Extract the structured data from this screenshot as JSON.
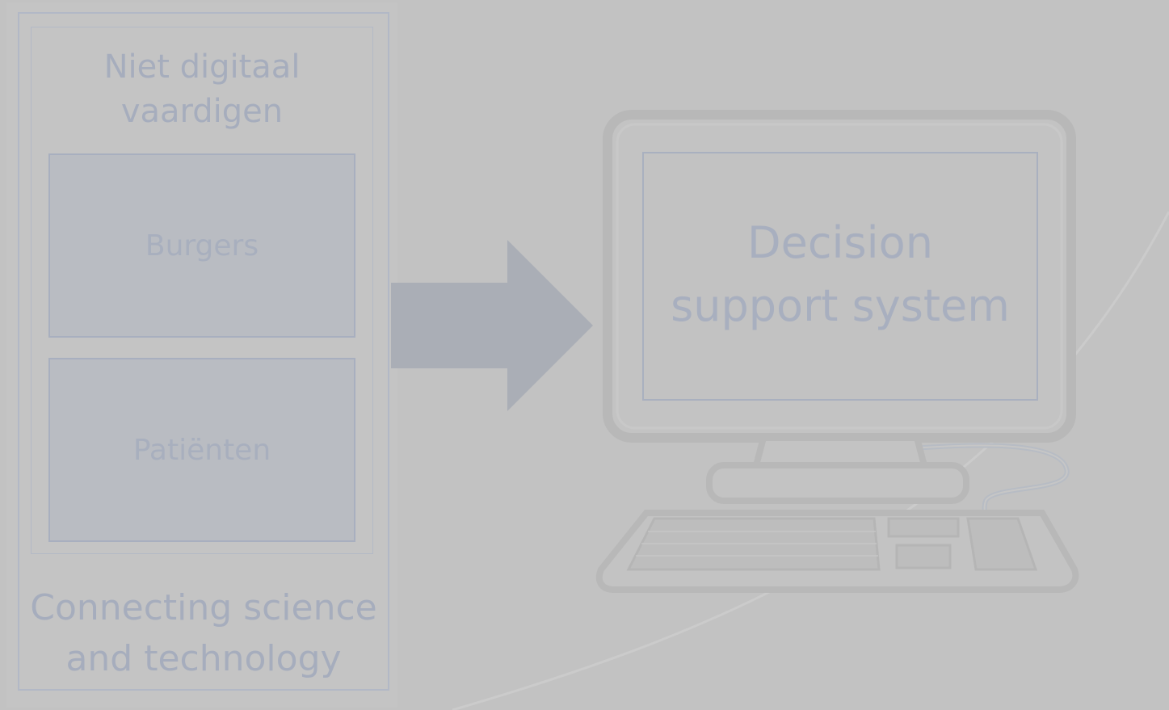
{
  "group": {
    "title_line1": "Niet digitaal",
    "title_line2": "vaardigen",
    "items": [
      {
        "label": "Burgers"
      },
      {
        "label": "Patiënten"
      }
    ]
  },
  "footer": {
    "line1": "Connecting science",
    "line2": "and technology"
  },
  "computer": {
    "screen_line1": "Decision",
    "screen_line2": "support system"
  },
  "colors": {
    "background": "#c2c2c2",
    "box_fill": "#b9bcc2",
    "border": "#a8afbf",
    "arrow": "#aaaeb6",
    "text": "#a8afbf"
  }
}
